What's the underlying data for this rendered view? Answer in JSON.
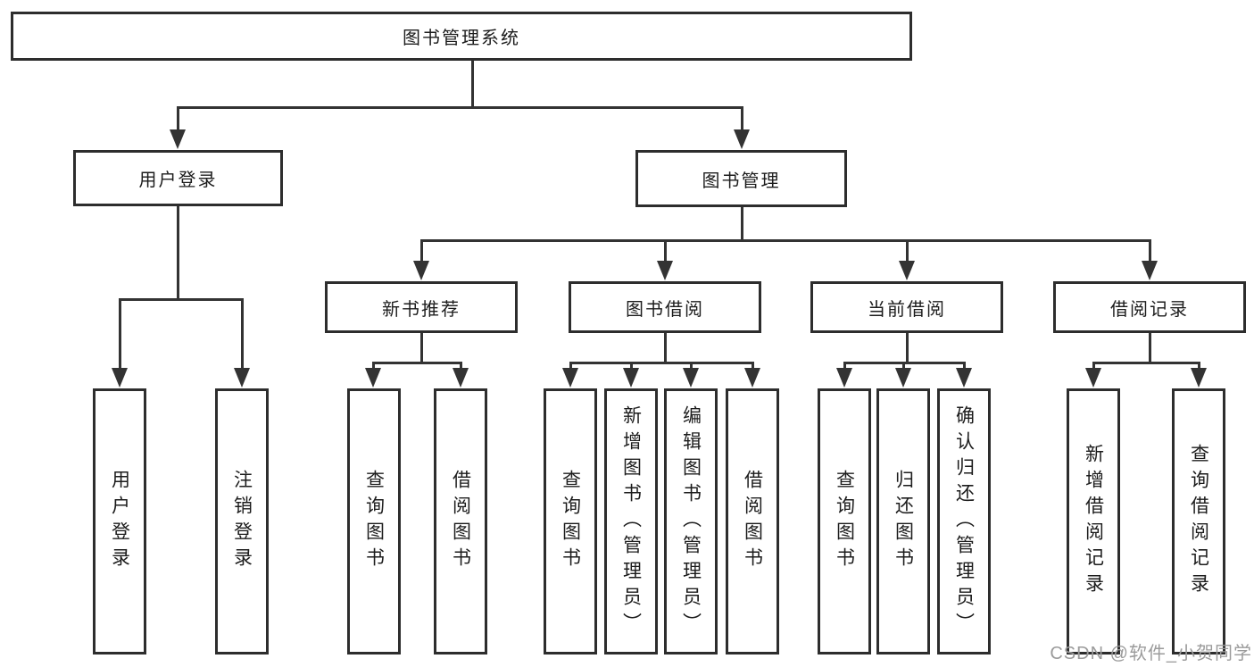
{
  "diagram": {
    "type": "hierarchy-tree",
    "watermark": "CSDN @软件_小贺同学",
    "colors": {
      "background": "#ffffff",
      "line": "#333333",
      "box_border": "#2d2d2d",
      "text": "#1c1c1c",
      "watermark": "#9b9b9b"
    },
    "tree": {
      "label": "图书管理系统",
      "children": [
        {
          "label": "用户登录",
          "children": [
            {
              "label": "用户登录"
            },
            {
              "label": "注销登录"
            }
          ]
        },
        {
          "label": "图书管理",
          "children": [
            {
              "label": "新书推荐",
              "children": [
                {
                  "label": "查询图书"
                },
                {
                  "label": "借阅图书"
                }
              ]
            },
            {
              "label": "图书借阅",
              "children": [
                {
                  "label": "查询图书"
                },
                {
                  "label": "新增图书（管理员）"
                },
                {
                  "label": "编辑图书（管理员）"
                },
                {
                  "label": "借阅图书"
                }
              ]
            },
            {
              "label": "当前借阅",
              "children": [
                {
                  "label": "查询图书"
                },
                {
                  "label": "归还图书"
                },
                {
                  "label": "确认归还（管理员）"
                }
              ]
            },
            {
              "label": "借阅记录",
              "children": [
                {
                  "label": "新增借阅记录"
                },
                {
                  "label": "查询借阅记录"
                }
              ]
            }
          ]
        }
      ]
    }
  }
}
